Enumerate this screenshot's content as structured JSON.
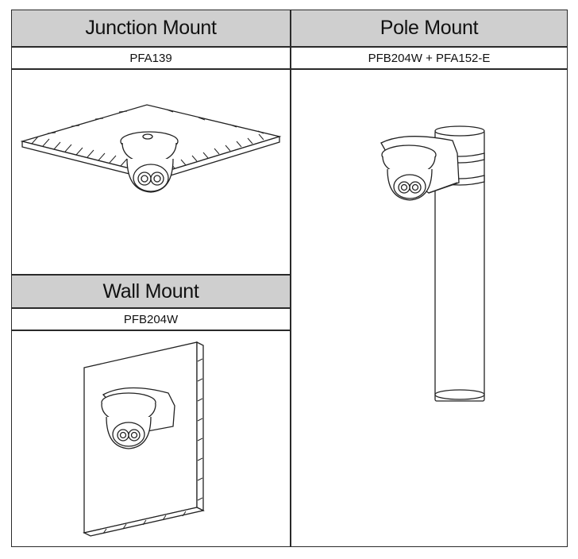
{
  "panels": {
    "junction": {
      "title": "Junction Mount",
      "model": "PFA139",
      "illustration": "ceiling-junction-mount-camera-icon"
    },
    "pole": {
      "title": "Pole Mount",
      "model": "PFB204W + PFA152-E",
      "illustration": "pole-mount-camera-icon"
    },
    "wall": {
      "title": "Wall Mount",
      "model": "PFB204W",
      "illustration": "wall-mount-camera-icon"
    }
  },
  "colors": {
    "header_bg": "#cfcfcf",
    "line": "#2a2a2a",
    "background": "#ffffff"
  }
}
